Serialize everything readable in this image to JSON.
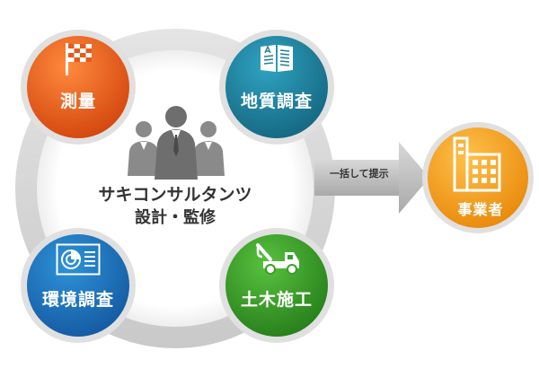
{
  "center": {
    "title": "サキコンサルタンツ",
    "subtitle": "設計・監修"
  },
  "nodes": {
    "survey": {
      "label": "測量",
      "color": "#e85a1b",
      "icon": "checkered-flag-icon"
    },
    "geology": {
      "label": "地質調査",
      "color": "#1f7e9a",
      "icon": "open-book-icon"
    },
    "environment": {
      "label": "環境調査",
      "color": "#1d72b8",
      "icon": "survey-chart-icon"
    },
    "civil": {
      "label": "土木施工",
      "color": "#3a9e2a",
      "icon": "tow-truck-icon"
    }
  },
  "flow": {
    "label": "一括して提示"
  },
  "target": {
    "label": "事業者",
    "color": "#f6a623",
    "icon": "office-building-icon"
  }
}
